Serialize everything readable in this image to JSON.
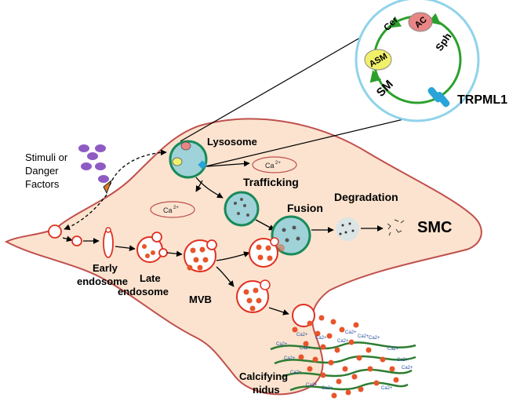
{
  "labels": {
    "stimuli_line1": "Stimuli or",
    "stimuli_line2": "Danger",
    "stimuli_line3": "Factors",
    "lysosome": "Lysosome",
    "trafficking": "Trafficking",
    "fusion": "Fusion",
    "degradation": "Degradation",
    "smc": "SMC",
    "ca_ion": "Ca",
    "ca_charge": "2+",
    "early_endosome_1": "Early",
    "early_endosome_2": "endosome",
    "late_endosome_1": "Late",
    "late_endosome_2": "endosome",
    "mvb": "MVB",
    "calcifying_1": "Calcifying",
    "calcifying_2": "nidus",
    "trpml1": "TRPML1"
  },
  "inset": {
    "ac": "AC",
    "asm": "ASM",
    "cer": "Cer",
    "sph": "Sph",
    "sm": "SM"
  },
  "colors": {
    "cell_fill": "#fbe3cf",
    "cell_border": "#c0504d",
    "lysosome_fill": "#9fd3d9",
    "lysosome_border": "#1a8a5a",
    "endosome_border": "#e03020",
    "vesicle_dot": "#e8552a",
    "ring": "#8fd3ea",
    "cycle_arrow": "#2ca02c",
    "asm_fill": "#f1f06a",
    "ac_fill": "#e98585",
    "trpml1": "#28a4d8",
    "stimuli_purple": "#8e5bc4",
    "fiber_green": "#2e7d32",
    "ca_text": "#1f4e9e"
  }
}
